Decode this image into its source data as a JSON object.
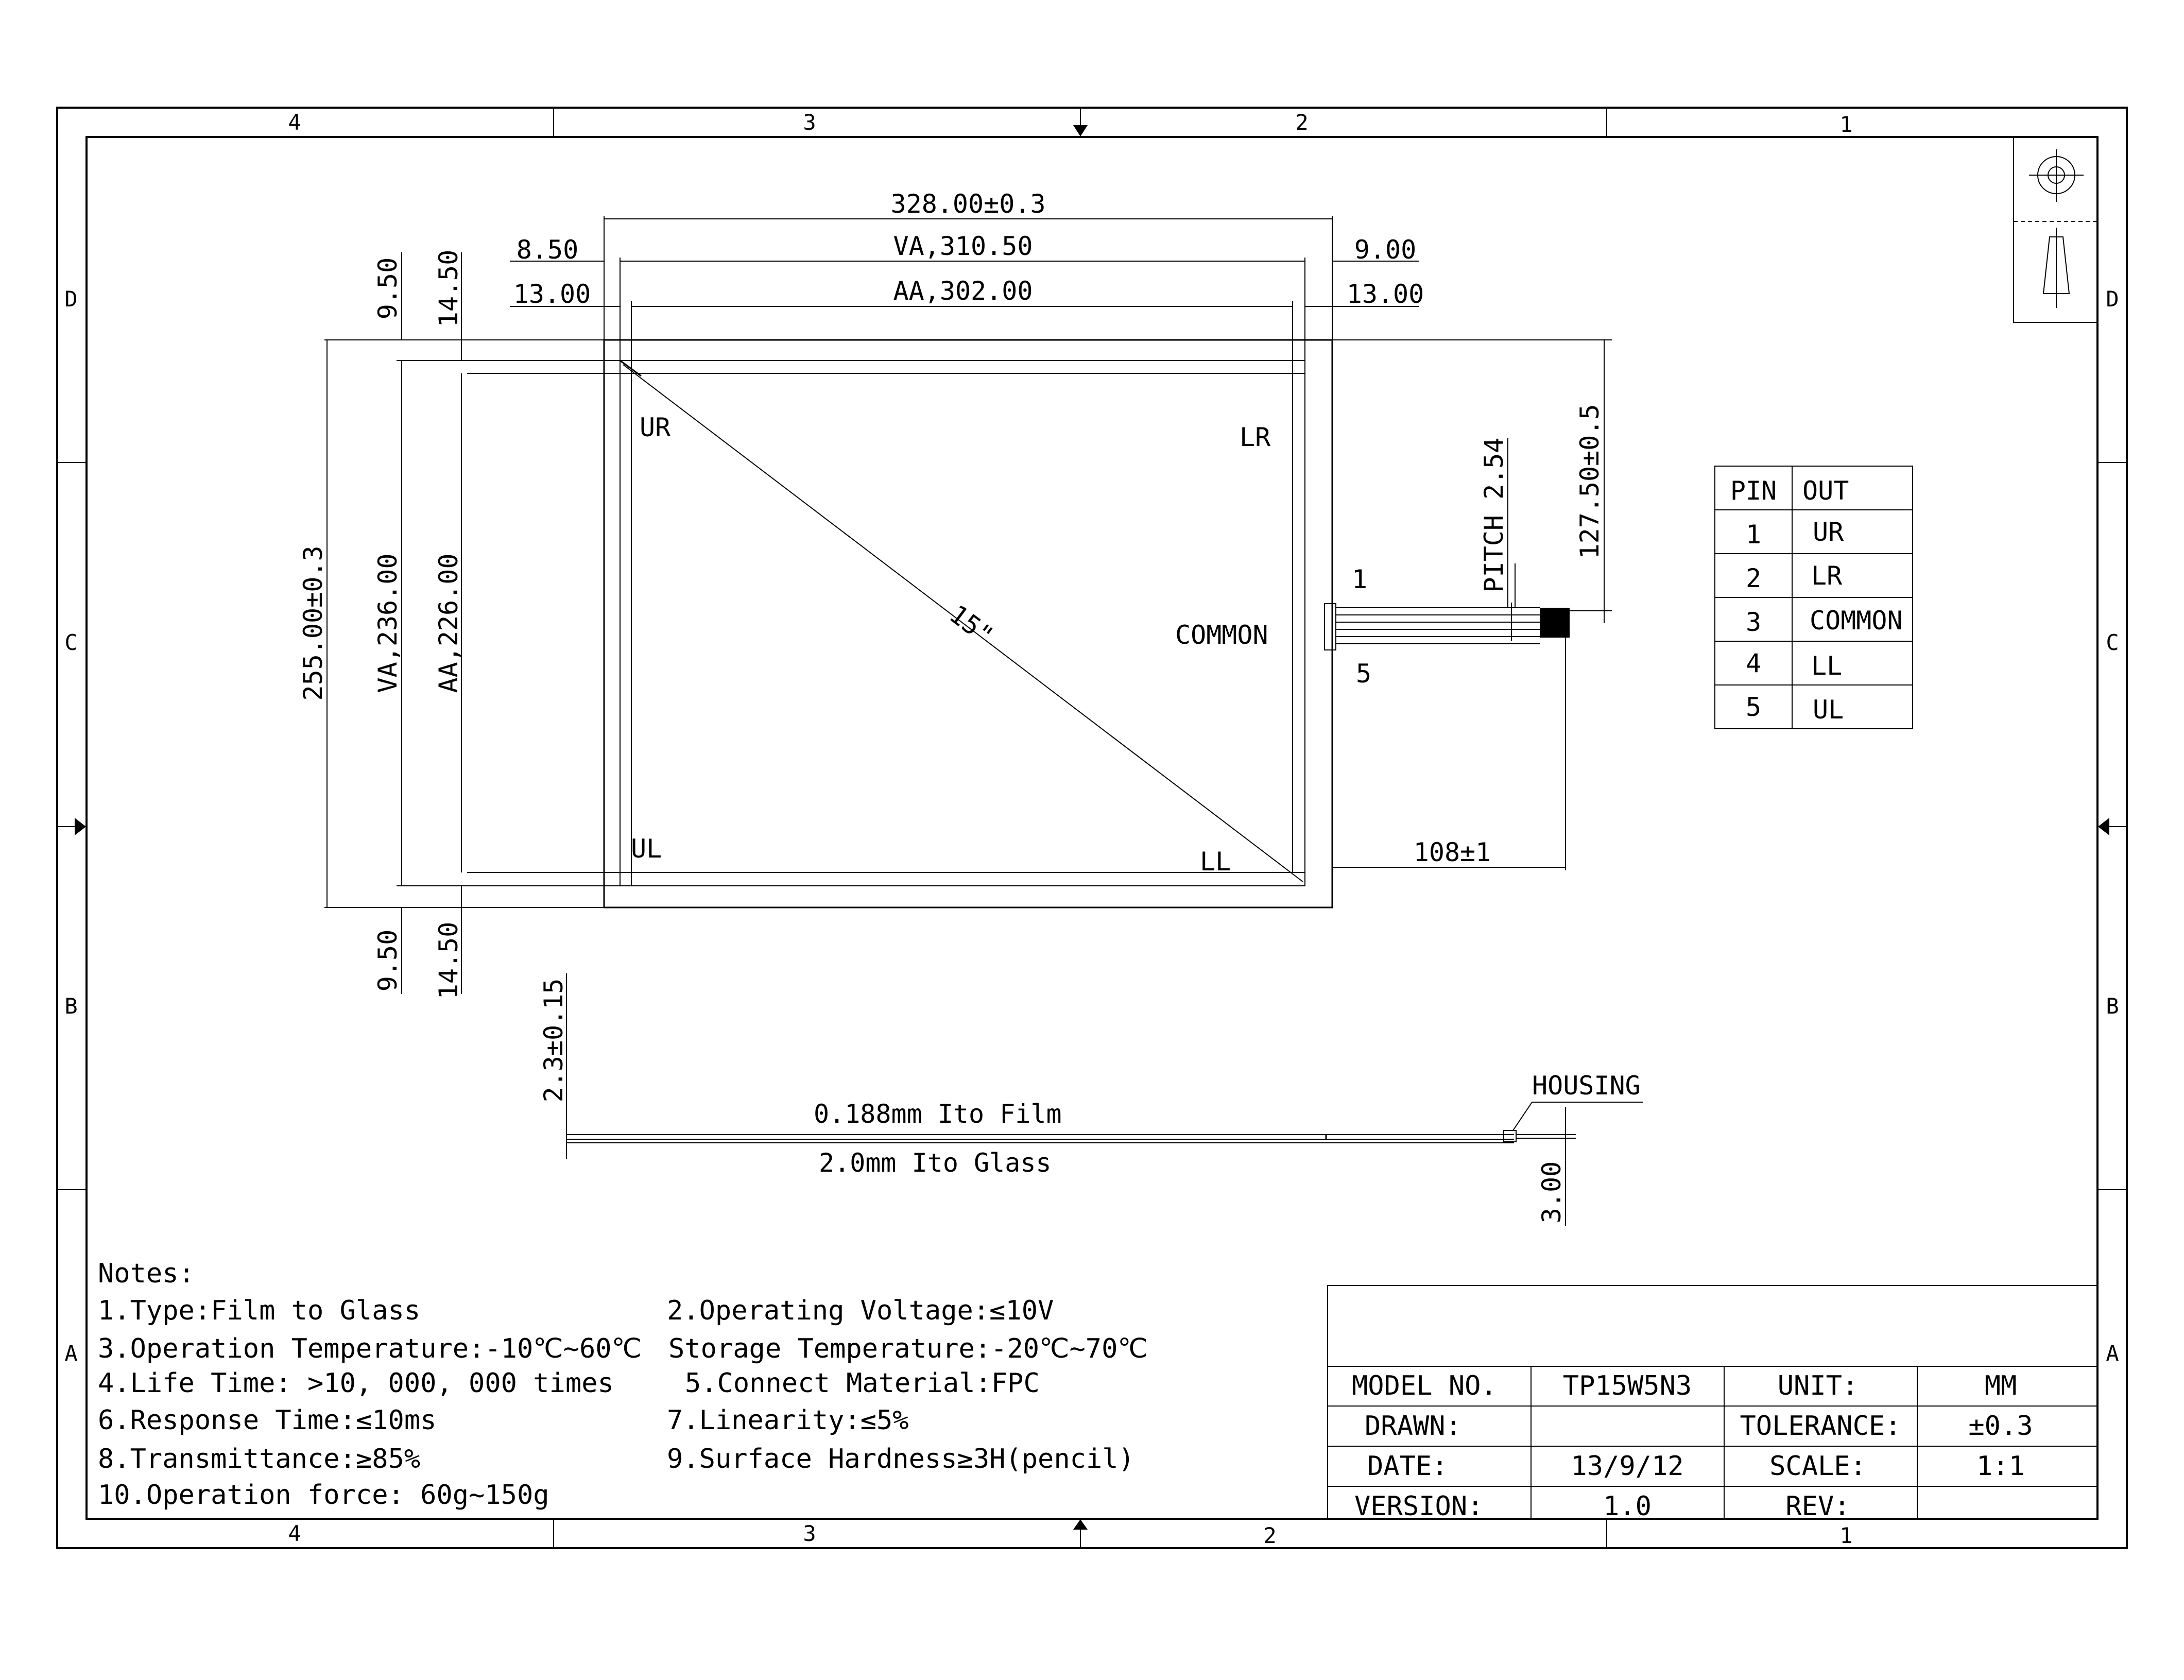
{
  "zones": {
    "columns": [
      "4",
      "3",
      "2",
      "1"
    ],
    "rows": [
      "D",
      "C",
      "B",
      "A"
    ]
  },
  "dimensions": {
    "overall_width": "328.00±0.3",
    "va_width": "VA,310.50",
    "aa_width": "AA,302.00",
    "left_va_offset": "8.50",
    "left_aa_offset": "13.00",
    "right_va_offset": "9.00",
    "right_aa_offset": "13.00",
    "top_va_offset": "9.50",
    "top_aa_offset": "14.50",
    "bottom_va_offset": "9.50",
    "bottom_aa_offset": "14.50",
    "overall_height": "255.00±0.3",
    "va_height": "VA,236.00",
    "aa_height": "AA,226.00",
    "tail_position": "127.50±0.5",
    "pitch": "PITCH 2.54",
    "tail_length": "108±1",
    "diagonal": "15\"",
    "thickness": "2.3±0.15",
    "housing_thickness": "3.00"
  },
  "panel_labels": {
    "ur": "UR",
    "lr": "LR",
    "ul": "UL",
    "ll": "LL",
    "common": "COMMON",
    "pin_first": "1",
    "pin_last": "5"
  },
  "section": {
    "film": "0.188mm Ito Film",
    "glass": "2.0mm Ito Glass",
    "housing": "HOUSING"
  },
  "pin_table": {
    "headers": [
      "PIN",
      "OUT"
    ],
    "rows": [
      [
        "1",
        "UR"
      ],
      [
        "2",
        "LR"
      ],
      [
        "3",
        "COMMON"
      ],
      [
        "4",
        "LL"
      ],
      [
        "5",
        "UL"
      ]
    ]
  },
  "notes": {
    "title": "Notes:",
    "n1": "1.Type:Film to Glass",
    "n2": "2.Operating Voltage:≤10V",
    "n3": "3.Operation Temperature:-10℃~60℃",
    "n3b": "Storage Temperature:-20℃~70℃",
    "n4": "4.Life Time: >10, 000, 000 times",
    "n5": "5.Connect Material:FPC",
    "n6": "6.Response Time:≤10ms",
    "n7": "7.Linearity:≤5%",
    "n8": "8.Transmittance:≥85%",
    "n9": "9.Surface Hardness≥3H(pencil)",
    "n10": "10.Operation force: 60g~150g"
  },
  "title_block": {
    "model_label": "MODEL NO.",
    "model_value": "TP15W5N3",
    "unit_label": "UNIT:",
    "unit_value": "MM",
    "drawn_label": "DRAWN:",
    "drawn_value": "",
    "tolerance_label": "TOLERANCE:",
    "tolerance_value": "±0.3",
    "date_label": "DATE:",
    "date_value": "13/9/12",
    "scale_label": "SCALE:",
    "scale_value": "1:1",
    "version_label": "VERSION:",
    "version_value": "1.0",
    "rev_label": "REV:",
    "rev_value": ""
  }
}
